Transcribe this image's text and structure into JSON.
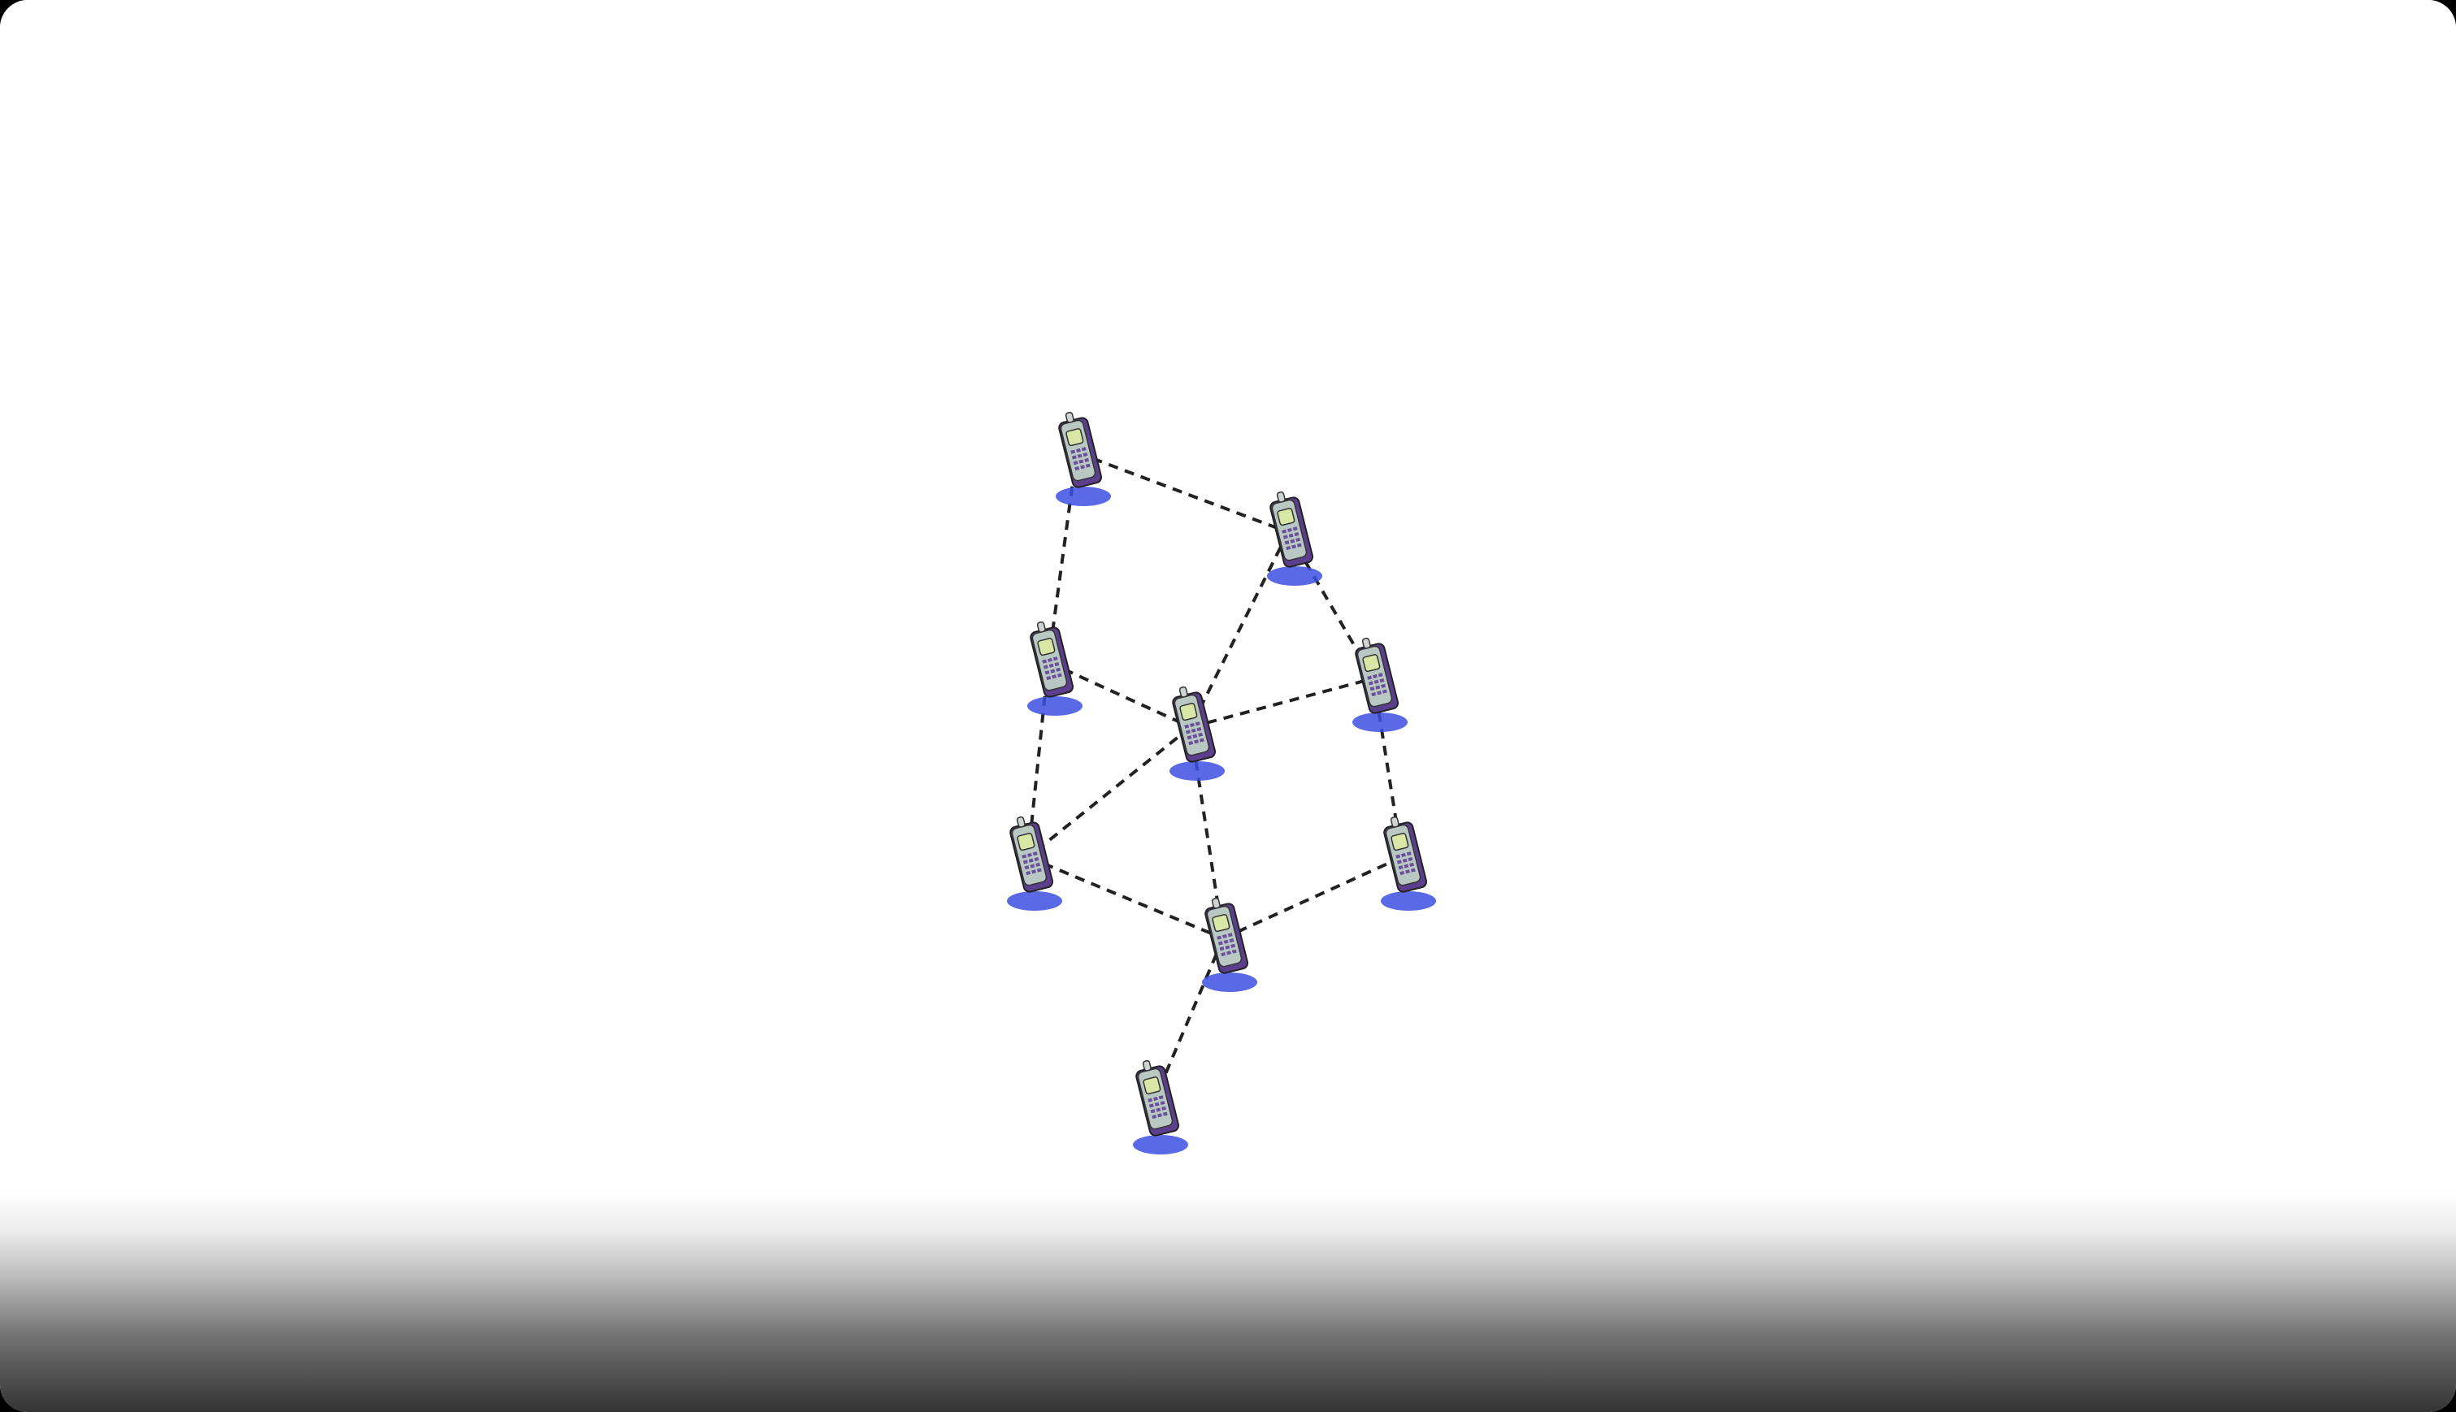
{
  "diagram": {
    "kind": "mesh-network",
    "node_icon": "mobile-phone-icon",
    "colors": {
      "background": "#ffffff",
      "phone_body": "#5b3f8c",
      "phone_face": "#b9c8c2",
      "phone_screen": "#d8e6a6",
      "shadow": "#3d4fe0",
      "link": "#222222"
    },
    "nodes": [
      {
        "id": "n1"
      },
      {
        "id": "n2"
      },
      {
        "id": "n3"
      },
      {
        "id": "n4"
      },
      {
        "id": "n5"
      },
      {
        "id": "n6"
      },
      {
        "id": "n7"
      },
      {
        "id": "n8"
      },
      {
        "id": "n9"
      },
      {
        "id": "n10"
      }
    ],
    "links": [
      {
        "from": "n1",
        "to": "n2"
      },
      {
        "from": "n1",
        "to": "n3"
      },
      {
        "from": "n2",
        "to": "n4"
      },
      {
        "from": "n2",
        "to": "n5"
      },
      {
        "from": "n3",
        "to": "n4"
      },
      {
        "from": "n4",
        "to": "n5"
      },
      {
        "from": "n3",
        "to": "n6"
      },
      {
        "from": "n4",
        "to": "n6"
      },
      {
        "from": "n4",
        "to": "n8"
      },
      {
        "from": "n5",
        "to": "n7"
      },
      {
        "from": "n6",
        "to": "n8"
      },
      {
        "from": "n7",
        "to": "n8"
      },
      {
        "from": "n8",
        "to": "n9"
      }
    ]
  }
}
